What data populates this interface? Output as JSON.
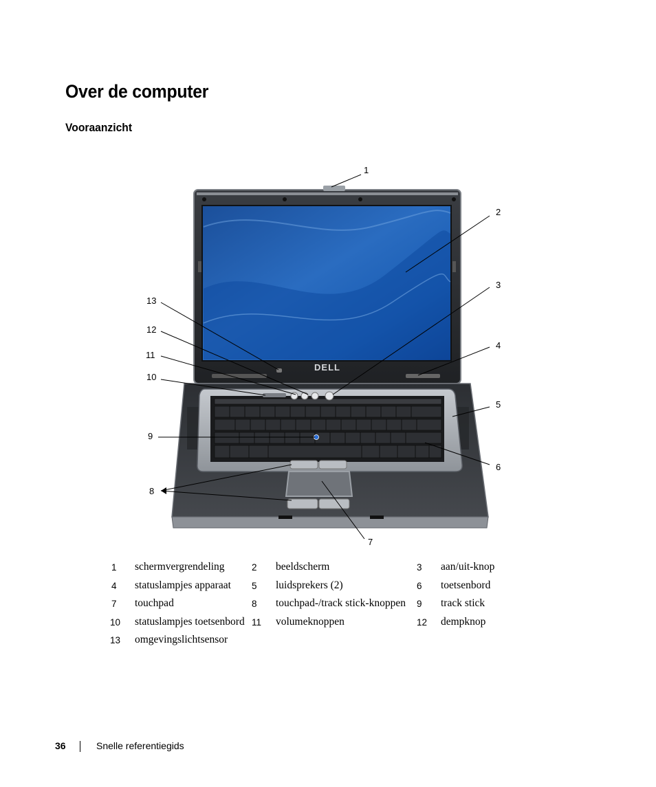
{
  "page": {
    "title": "Over de computer",
    "subtitle": "Vooraanzicht"
  },
  "figure": {
    "brand": "DELL",
    "callouts": [
      "1",
      "2",
      "3",
      "4",
      "5",
      "6",
      "7",
      "8",
      "9",
      "10",
      "11",
      "12",
      "13"
    ]
  },
  "legend": [
    [
      {
        "num": "1",
        "label": "schermvergrendeling"
      },
      {
        "num": "2",
        "label": "beeldscherm"
      },
      {
        "num": "3",
        "label": "aan/uit-knop"
      }
    ],
    [
      {
        "num": "4",
        "label": "statuslampjes apparaat"
      },
      {
        "num": "5",
        "label": "luidsprekers (2)"
      },
      {
        "num": "6",
        "label": "toetsenbord"
      }
    ],
    [
      {
        "num": "7",
        "label": "touchpad"
      },
      {
        "num": "8",
        "label": "touchpad-/track stick-knoppen"
      },
      {
        "num": "9",
        "label": "track stick"
      }
    ],
    [
      {
        "num": "10",
        "label": "statuslampjes toetsenbord"
      },
      {
        "num": "11",
        "label": "volumeknoppen"
      },
      {
        "num": "12",
        "label": "dempknop"
      }
    ],
    [
      {
        "num": "13",
        "label": "omgevingslichtsensor"
      }
    ]
  ],
  "footer": {
    "page_number": "36",
    "doc_title": "Snelle referentiegids"
  }
}
